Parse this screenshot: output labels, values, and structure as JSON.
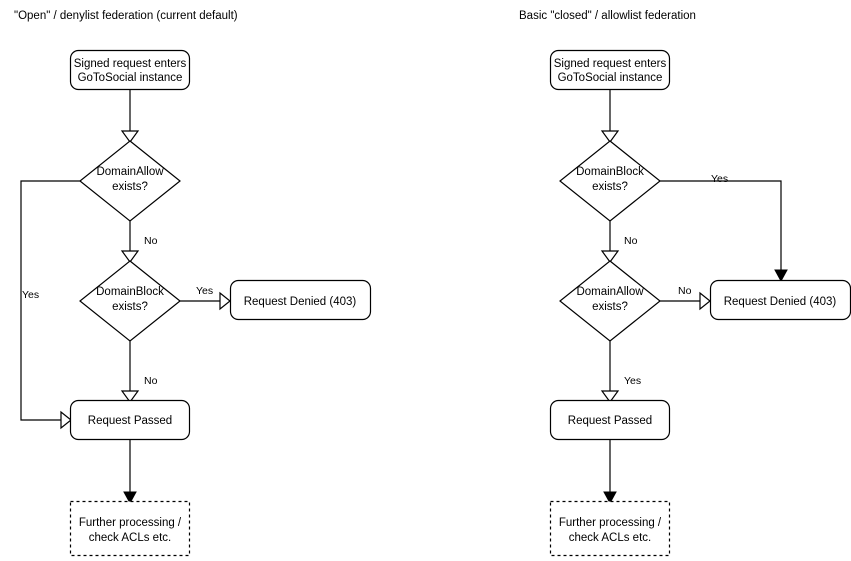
{
  "diagram": {
    "type": "flowchart",
    "background": "#ffffff",
    "stroke_color": "#000000",
    "text_color": "#000000",
    "panels": [
      {
        "id": "open-denylist",
        "title": "\"Open\" / denylist federation (current default)",
        "nodes": {
          "start": "Signed request enters\nGoToSocial instance",
          "start_line1": "Signed request enters",
          "start_line2": "GoToSocial instance",
          "decision1_line1": "DomainAllow",
          "decision1_line2": "exists?",
          "decision2_line1": "DomainBlock",
          "decision2_line2": "exists?",
          "denied": "Request Denied (403)",
          "passed": "Request Passed",
          "further_line1": "Further processing /",
          "further_line2": "check ACLs etc."
        },
        "edges": {
          "allow_yes": "Yes",
          "allow_no": "No",
          "block_yes": "Yes",
          "block_no": "No"
        }
      },
      {
        "id": "closed-allowlist",
        "title": "Basic \"closed\" / allowlist federation",
        "nodes": {
          "start": "Signed request enters\nGoToSocial instance",
          "start_line1": "Signed request enters",
          "start_line2": "GoToSocial instance",
          "decision1_line1": "DomainBlock",
          "decision1_line2": "exists?",
          "decision2_line1": "DomainAllow",
          "decision2_line2": "exists?",
          "denied": "Request Denied (403)",
          "passed": "Request Passed",
          "further_line1": "Further processing /",
          "further_line2": "check ACLs etc."
        },
        "edges": {
          "block_yes": "Yes",
          "block_no": "No",
          "allow_no": "No",
          "allow_yes": "Yes"
        }
      }
    ]
  }
}
